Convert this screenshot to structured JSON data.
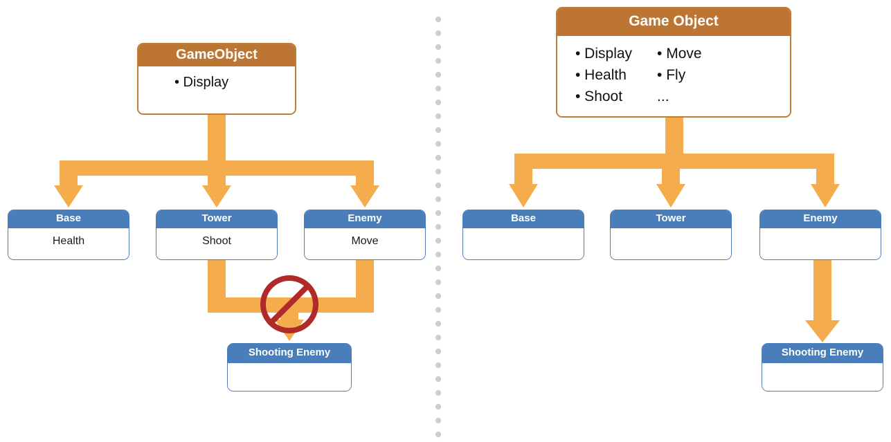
{
  "diagram": {
    "title_hidden": "",
    "colors": {
      "parent_header": "#BD7534",
      "parent_border": "#C07C3A",
      "child_header": "#4A7EBB",
      "child_border": "#4A7EBB",
      "connector": "#F5AC4C",
      "prohibition": "#B02A2A",
      "divider_dot": "#CFCFCF",
      "background": "#FFFFFF"
    },
    "divider": {
      "name": "dotted-vertical-divider",
      "dot_color": "#CFCFCF"
    }
  },
  "left_panel": {
    "root": {
      "title": "GameObject",
      "members": [
        "• Display"
      ]
    },
    "children": [
      {
        "title": "Base",
        "member": "Health"
      },
      {
        "title": "Tower",
        "member": "Shoot"
      },
      {
        "title": "Enemy",
        "member": "Move"
      }
    ],
    "leaf": {
      "title": "Shooting Enemy",
      "member": ""
    },
    "annotation": {
      "name": "prohibition-sign",
      "meaning": "not allowed",
      "symbol": "⊘"
    }
  },
  "right_panel": {
    "root": {
      "title": "Game Object",
      "members_col1": [
        "• Display",
        "• Health",
        "• Shoot"
      ],
      "members_col2": [
        "• Move",
        "• Fly",
        "..."
      ]
    },
    "children": [
      {
        "title": "Base",
        "member": ""
      },
      {
        "title": "Tower",
        "member": ""
      },
      {
        "title": "Enemy",
        "member": ""
      }
    ],
    "leaf": {
      "title": "Shooting Enemy",
      "member": ""
    }
  }
}
